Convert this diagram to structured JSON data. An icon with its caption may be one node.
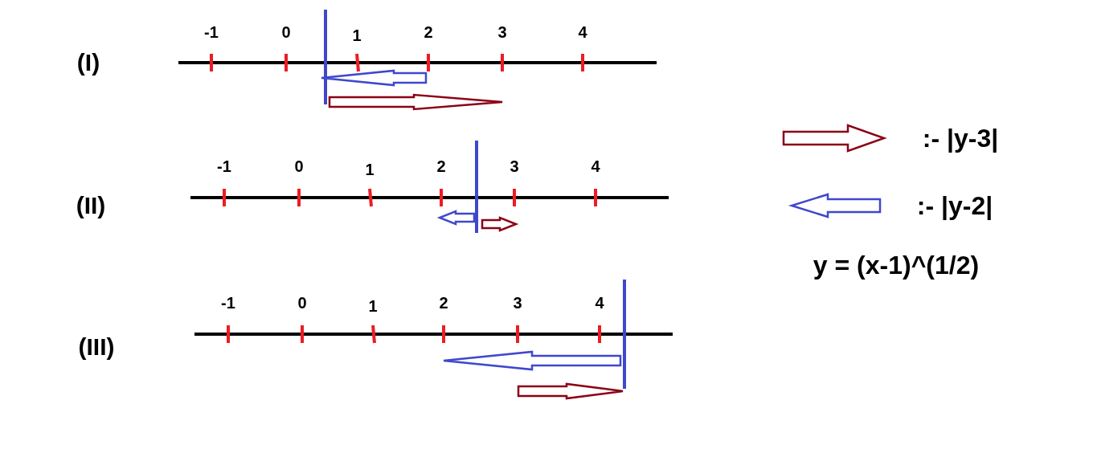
{
  "diagram": {
    "labels": [
      "-1",
      "0",
      "1",
      "2",
      "3",
      "4",
      "(I)",
      "-1",
      "0",
      "1",
      "2",
      "3",
      "4",
      "(II)",
      "-1",
      "0",
      "1",
      "2",
      "3",
      "4",
      "(III)",
      "y = (x-1)^(1/2)"
    ],
    "legend": [
      {
        "text": ":- |y-3|"
      },
      {
        "text": ":- |y-2|"
      }
    ]
  }
}
